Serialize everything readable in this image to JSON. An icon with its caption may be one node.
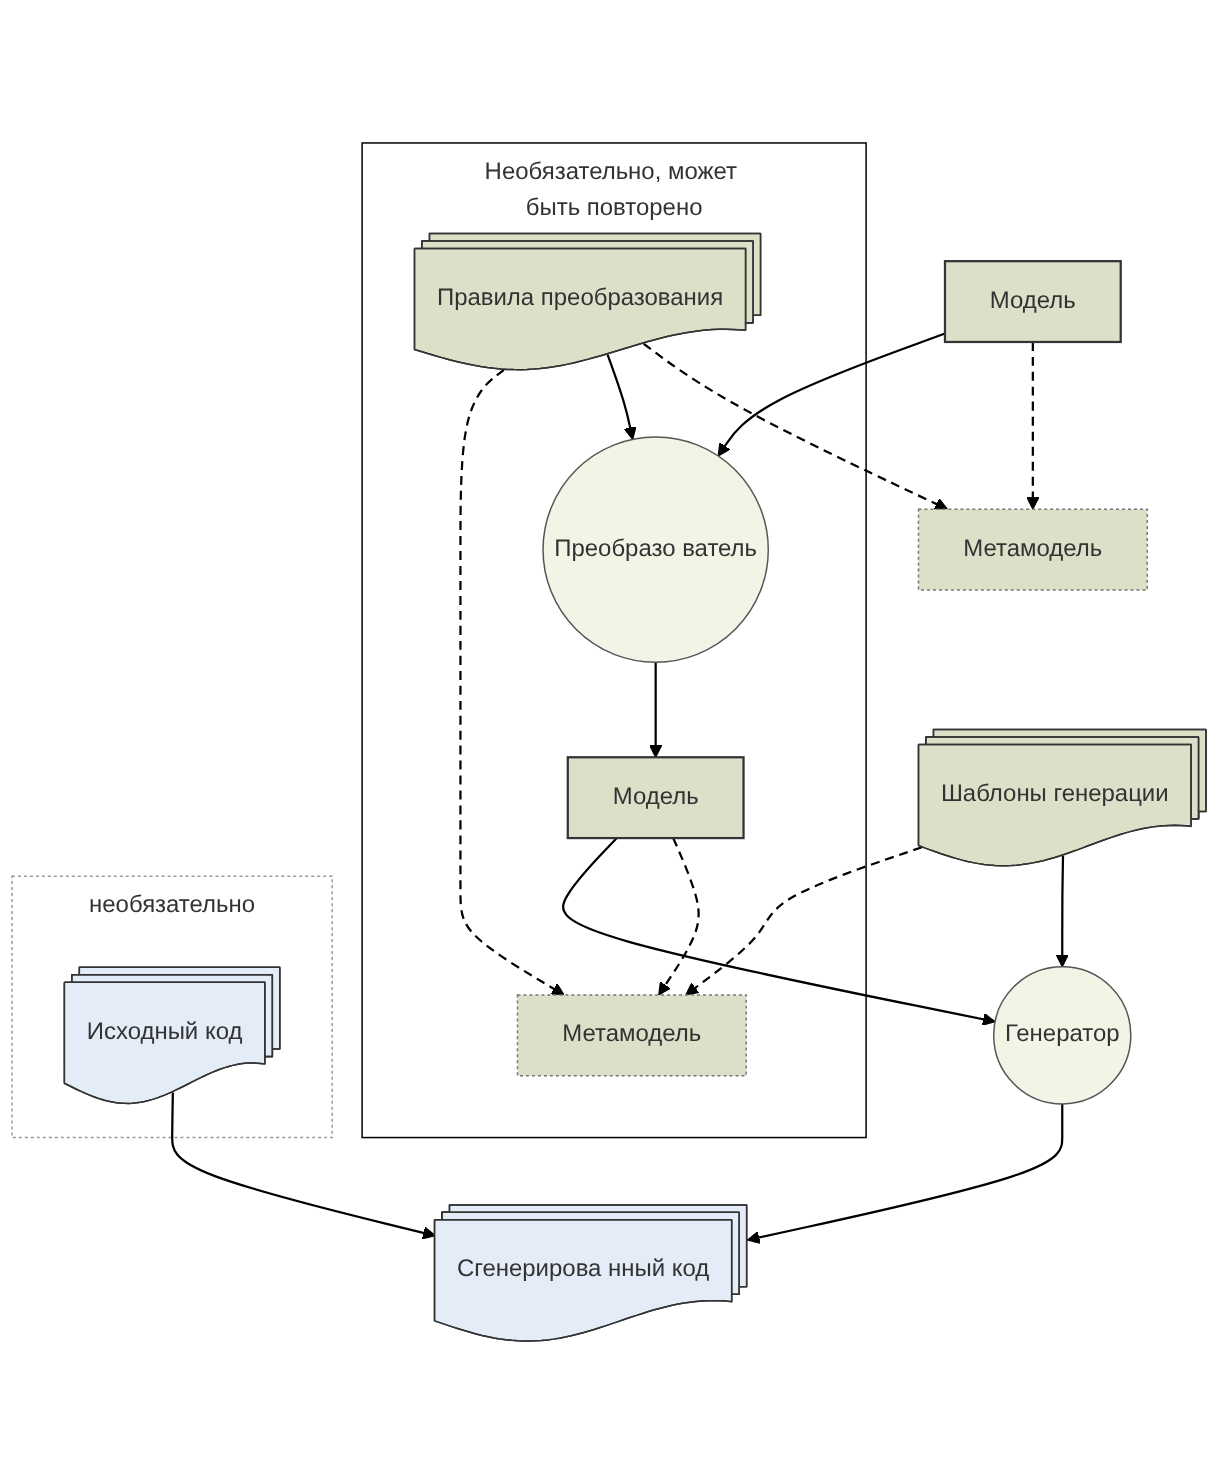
{
  "diagram": {
    "nodes": [
      {
        "text": [
          "Модель"
        ]
      },
      {
        "text": [
          "Метамодель"
        ]
      },
      {
        "text": [
          "Необязательно, может быть повторено"
        ]
      },
      {
        "text": [
          "Преобразо ватель"
        ],
        "in": 2
      },
      {
        "text": [
          "Правила преобразования"
        ],
        "in": 2
      },
      {
        "text": [
          "Модель"
        ],
        "in": 2
      },
      {
        "text": [
          "Метамодель"
        ],
        "in": 2
      },
      {
        "text": [
          "Генератор"
        ]
      },
      {
        "text": [
          "Шаблоны генерации"
        ]
      },
      {
        "text": [
          "Сгенерирова нный код"
        ]
      },
      {
        "text": [
          "необязательно"
        ]
      },
      {
        "text": [
          "Исходный код"
        ],
        "in": 10
      }
    ],
    "edges": [
      {
        "from": 0,
        "to": 1,
        "arrow": "to",
        "style": "dashed"
      },
      {
        "from": 0,
        "to": 3,
        "arrow": "to"
      },
      {
        "from": 4,
        "to": 1,
        "arrow": "to",
        "style": "dashed"
      },
      {
        "from": 4,
        "to": 3,
        "arrow": "to"
      },
      {
        "from": 4,
        "to": 6,
        "arrow": "to",
        "style": "dashed"
      },
      {
        "from": 3,
        "to": 5,
        "arrow": "to"
      },
      {
        "from": 5,
        "to": 6,
        "arrow": "to",
        "style": "dashed"
      },
      {
        "from": 5,
        "to": 7,
        "arrow": "to"
      },
      {
        "from": 8,
        "to": 6,
        "arrow": "to",
        "style": "dashed"
      },
      {
        "from": 8,
        "to": 7,
        "arrow": "to"
      },
      {
        "from": 7,
        "to": 9,
        "arrow": "to"
      },
      {
        "from": 11,
        "to": 9,
        "arrow": "to"
      }
    ]
  }
}
